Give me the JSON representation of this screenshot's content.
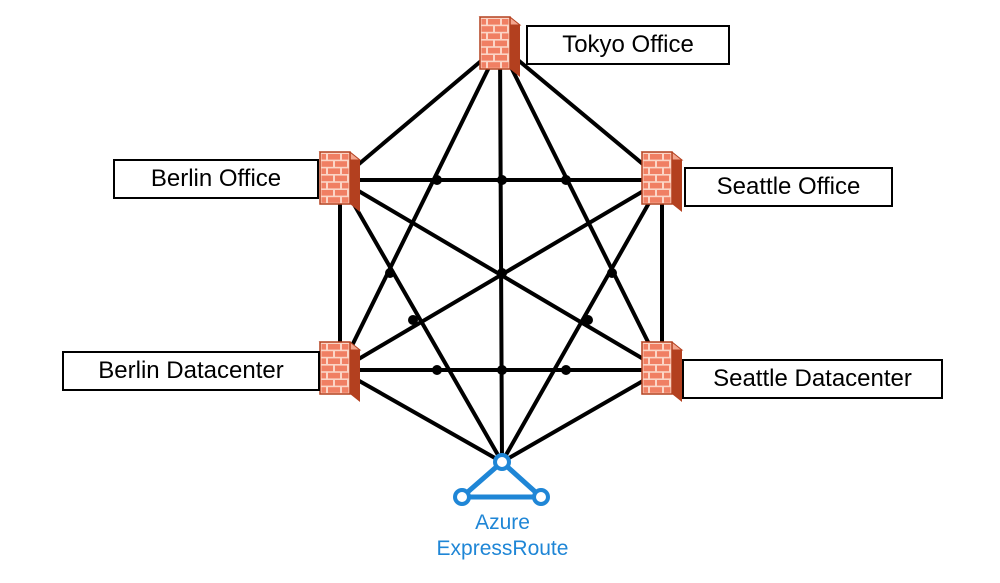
{
  "sites": {
    "tokyo_office": {
      "label": "Tokyo Office"
    },
    "berlin_office": {
      "label": "Berlin Office"
    },
    "seattle_office": {
      "label": "Seattle Office"
    },
    "berlin_datacenter": {
      "label": "Berlin Datacenter"
    },
    "seattle_datacenter": {
      "label": "Seattle Datacenter"
    }
  },
  "expressroute": {
    "line1": "Azure",
    "line2": "ExpressRoute"
  },
  "colors": {
    "line": "#000000",
    "firewall_brick": "#f07f63",
    "firewall_mortar": "#fbd5c6",
    "firewall_edge": "#b3401f",
    "expressroute_blue": "#1f86d6"
  }
}
